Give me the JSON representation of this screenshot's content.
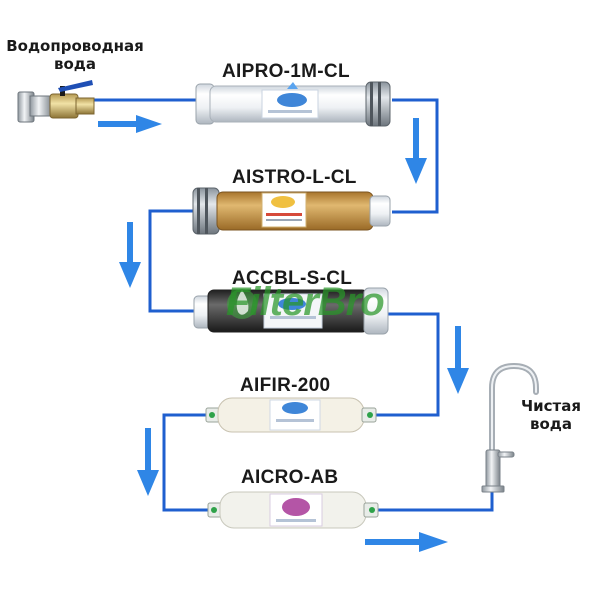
{
  "inlet_label": [
    "Водопроводная",
    "вода"
  ],
  "outlet_label": [
    "Чистая",
    "вода"
  ],
  "watermark": "FilterBro",
  "filters": [
    {
      "name": "AIPRO-1M-CL",
      "media_color": "#f4f6f8"
    },
    {
      "name": "AISTRO-L-CL",
      "media_color": "#c79a4a"
    },
    {
      "name": "ACCBL-S-CL",
      "media_color": "#3d3d3d"
    },
    {
      "name": "AIFIR-200",
      "media_color": "#f4f1e6"
    },
    {
      "name": "AICRO-AB",
      "media_color": "#f2f2ec"
    }
  ],
  "colors": {
    "pipe": "#1f5fcf",
    "arrow": "#2f86e6",
    "text": "#1a1a1a"
  }
}
